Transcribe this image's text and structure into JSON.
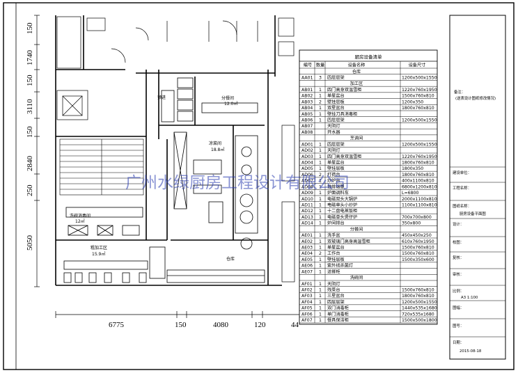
{
  "watermark": "广州水绿厨房工程设计有限公司",
  "dimensions": {
    "left": [
      "150",
      "1740",
      "150",
      "3110",
      "150",
      "2840",
      "250",
      "5050"
    ],
    "bottom": [
      "6775",
      "150",
      "4080",
      "120",
      "44"
    ]
  },
  "rooms": {
    "prep_room": "预进",
    "dish_room": "分餐间",
    "dish_room_area": "12.0㎡",
    "cold_room": "凉菜间",
    "cold_room_area": "18.8㎡",
    "wash_room": "洗碗消毒间",
    "wash_room_area": "12㎡",
    "rough_room": "粗加工区",
    "rough_room_area": "15.9㎡",
    "storage": "仓库"
  },
  "table": {
    "title": "厨房设备清单",
    "headers": [
      "编号",
      "数量",
      "设备名称",
      "设备尺寸"
    ],
    "rows": [
      {
        "kind": "section",
        "name": "仓库"
      },
      {
        "code": "AA01",
        "qty": "3",
        "name": "四层层架",
        "size": "1200x500x1550"
      },
      {
        "kind": "section",
        "name": "加工区"
      },
      {
        "code": "AB01",
        "qty": "1",
        "name": "四门高身双温雪柜",
        "size": "1220x760x1950"
      },
      {
        "code": "AB02",
        "qty": "1",
        "name": "单星盆台",
        "size": "1500x760x810"
      },
      {
        "code": "AB03",
        "qty": "2",
        "name": "壁挂层板",
        "size": "1200x350"
      },
      {
        "code": "AB04",
        "qty": "1",
        "name": "双星盆台",
        "size": "1800x760x810"
      },
      {
        "code": "AB05",
        "qty": "1",
        "name": "壁挂刀具消毒柜",
        "size": ""
      },
      {
        "code": "AB06",
        "qty": "1",
        "name": "四层层架",
        "size": "1200x500x1550"
      },
      {
        "code": "AB07",
        "qty": "",
        "name": "天阴灯",
        "size": ""
      },
      {
        "code": "AB08",
        "qty": "",
        "name": "开水器",
        "size": ""
      },
      {
        "kind": "section",
        "name": "烹调间"
      },
      {
        "code": "AD01",
        "qty": "1",
        "name": "四层层架",
        "size": "1200x500x1550"
      },
      {
        "code": "AD02",
        "qty": "1",
        "name": "天阴灯",
        "size": ""
      },
      {
        "code": "AD03",
        "qty": "1",
        "name": "四门高身双温雪柜",
        "size": "1220x760x1950"
      },
      {
        "code": "AD04",
        "qty": "1",
        "name": "单星盆台",
        "size": "1800x760x810"
      },
      {
        "code": "AD05",
        "qty": "1",
        "name": "壁挂层板",
        "size": "1800x350"
      },
      {
        "code": "AD06",
        "qty": "2",
        "name": "打荷台",
        "size": "1800x760x810"
      },
      {
        "code": "AD07",
        "qty": "1",
        "name": "炒炉台",
        "size": "400x1100x810"
      },
      {
        "code": "AD08",
        "qty": "1",
        "name": "抽排烟罩",
        "size": "6800x1200x810"
      },
      {
        "code": "AD09",
        "qty": "1",
        "name": "炉面调料车",
        "size": "L=6800"
      },
      {
        "code": "AD10",
        "qty": "1",
        "name": "电磁双头大锅炉",
        "size": "2000x1100x810"
      },
      {
        "code": "AD11",
        "qty": "1",
        "name": "电磁单头小炒炉",
        "size": "1100x1100x810"
      },
      {
        "code": "AD12",
        "qty": "1",
        "name": "十二盘电蒸饭柜",
        "size": ""
      },
      {
        "code": "AD13",
        "qty": "1",
        "name": "电磁单头煲仔炉",
        "size": "700x700x800"
      },
      {
        "code": "AD14",
        "qty": "1",
        "name": "炉间排台",
        "size": "350x800"
      },
      {
        "kind": "section",
        "name": "分餐间"
      },
      {
        "code": "AE01",
        "qty": "1",
        "name": "洗手盆",
        "size": "450x450x250"
      },
      {
        "code": "AE02",
        "qty": "1",
        "name": "双玻璃门高身高温雪柜",
        "size": "610x760x1950"
      },
      {
        "code": "AE03",
        "qty": "1",
        "name": "单星盆台",
        "size": "1500x760x810"
      },
      {
        "code": "AE04",
        "qty": "2",
        "name": "工作台",
        "size": "1500x760x810"
      },
      {
        "code": "AE05",
        "qty": "1",
        "name": "壁挂层板",
        "size": "1500x350x600"
      },
      {
        "code": "AE06",
        "qty": "1",
        "name": "紫外线杀菌灯",
        "size": ""
      },
      {
        "code": "AE07",
        "qty": "1",
        "name": "送餐柜",
        "size": ""
      },
      {
        "kind": "section",
        "name": "洗碗间"
      },
      {
        "code": "AF01",
        "qty": "1",
        "name": "天阴灯",
        "size": ""
      },
      {
        "code": "AF02",
        "qty": "1",
        "name": "残菜台",
        "size": "1500x760x810"
      },
      {
        "code": "AF03",
        "qty": "1",
        "name": "三星盆台",
        "size": "1800x760x810"
      },
      {
        "code": "AF04",
        "qty": "1",
        "name": "四层层架",
        "size": "1200x500x1550"
      },
      {
        "code": "AF05",
        "qty": "1",
        "name": "双门消毒柜",
        "size": "1440x535x1680"
      },
      {
        "code": "AF06",
        "qty": "1",
        "name": "单门消毒柜",
        "size": "720x535x1680"
      },
      {
        "code": "AF07",
        "qty": "1",
        "name": "餐具保洁柜",
        "size": "1500x500x1800"
      }
    ]
  },
  "title_block": {
    "remark_label": "备注：",
    "remark_text": "(送表设计图纸修改情况)",
    "owner_label": "建设单位：",
    "project_label": "工程名称：",
    "drawing_label": "图纸名称：",
    "drawing_name": "厨房设备平面图",
    "design_label": "设计：",
    "check_label": "校图：",
    "review_label": "复核：",
    "approve_label": "审核：",
    "scale_label": "比例：",
    "scale_value": "A3 1:100",
    "sheet_label": "图幅：",
    "number_label": "图号：",
    "date_label": "日期：",
    "date_value": "2015-08-18"
  }
}
